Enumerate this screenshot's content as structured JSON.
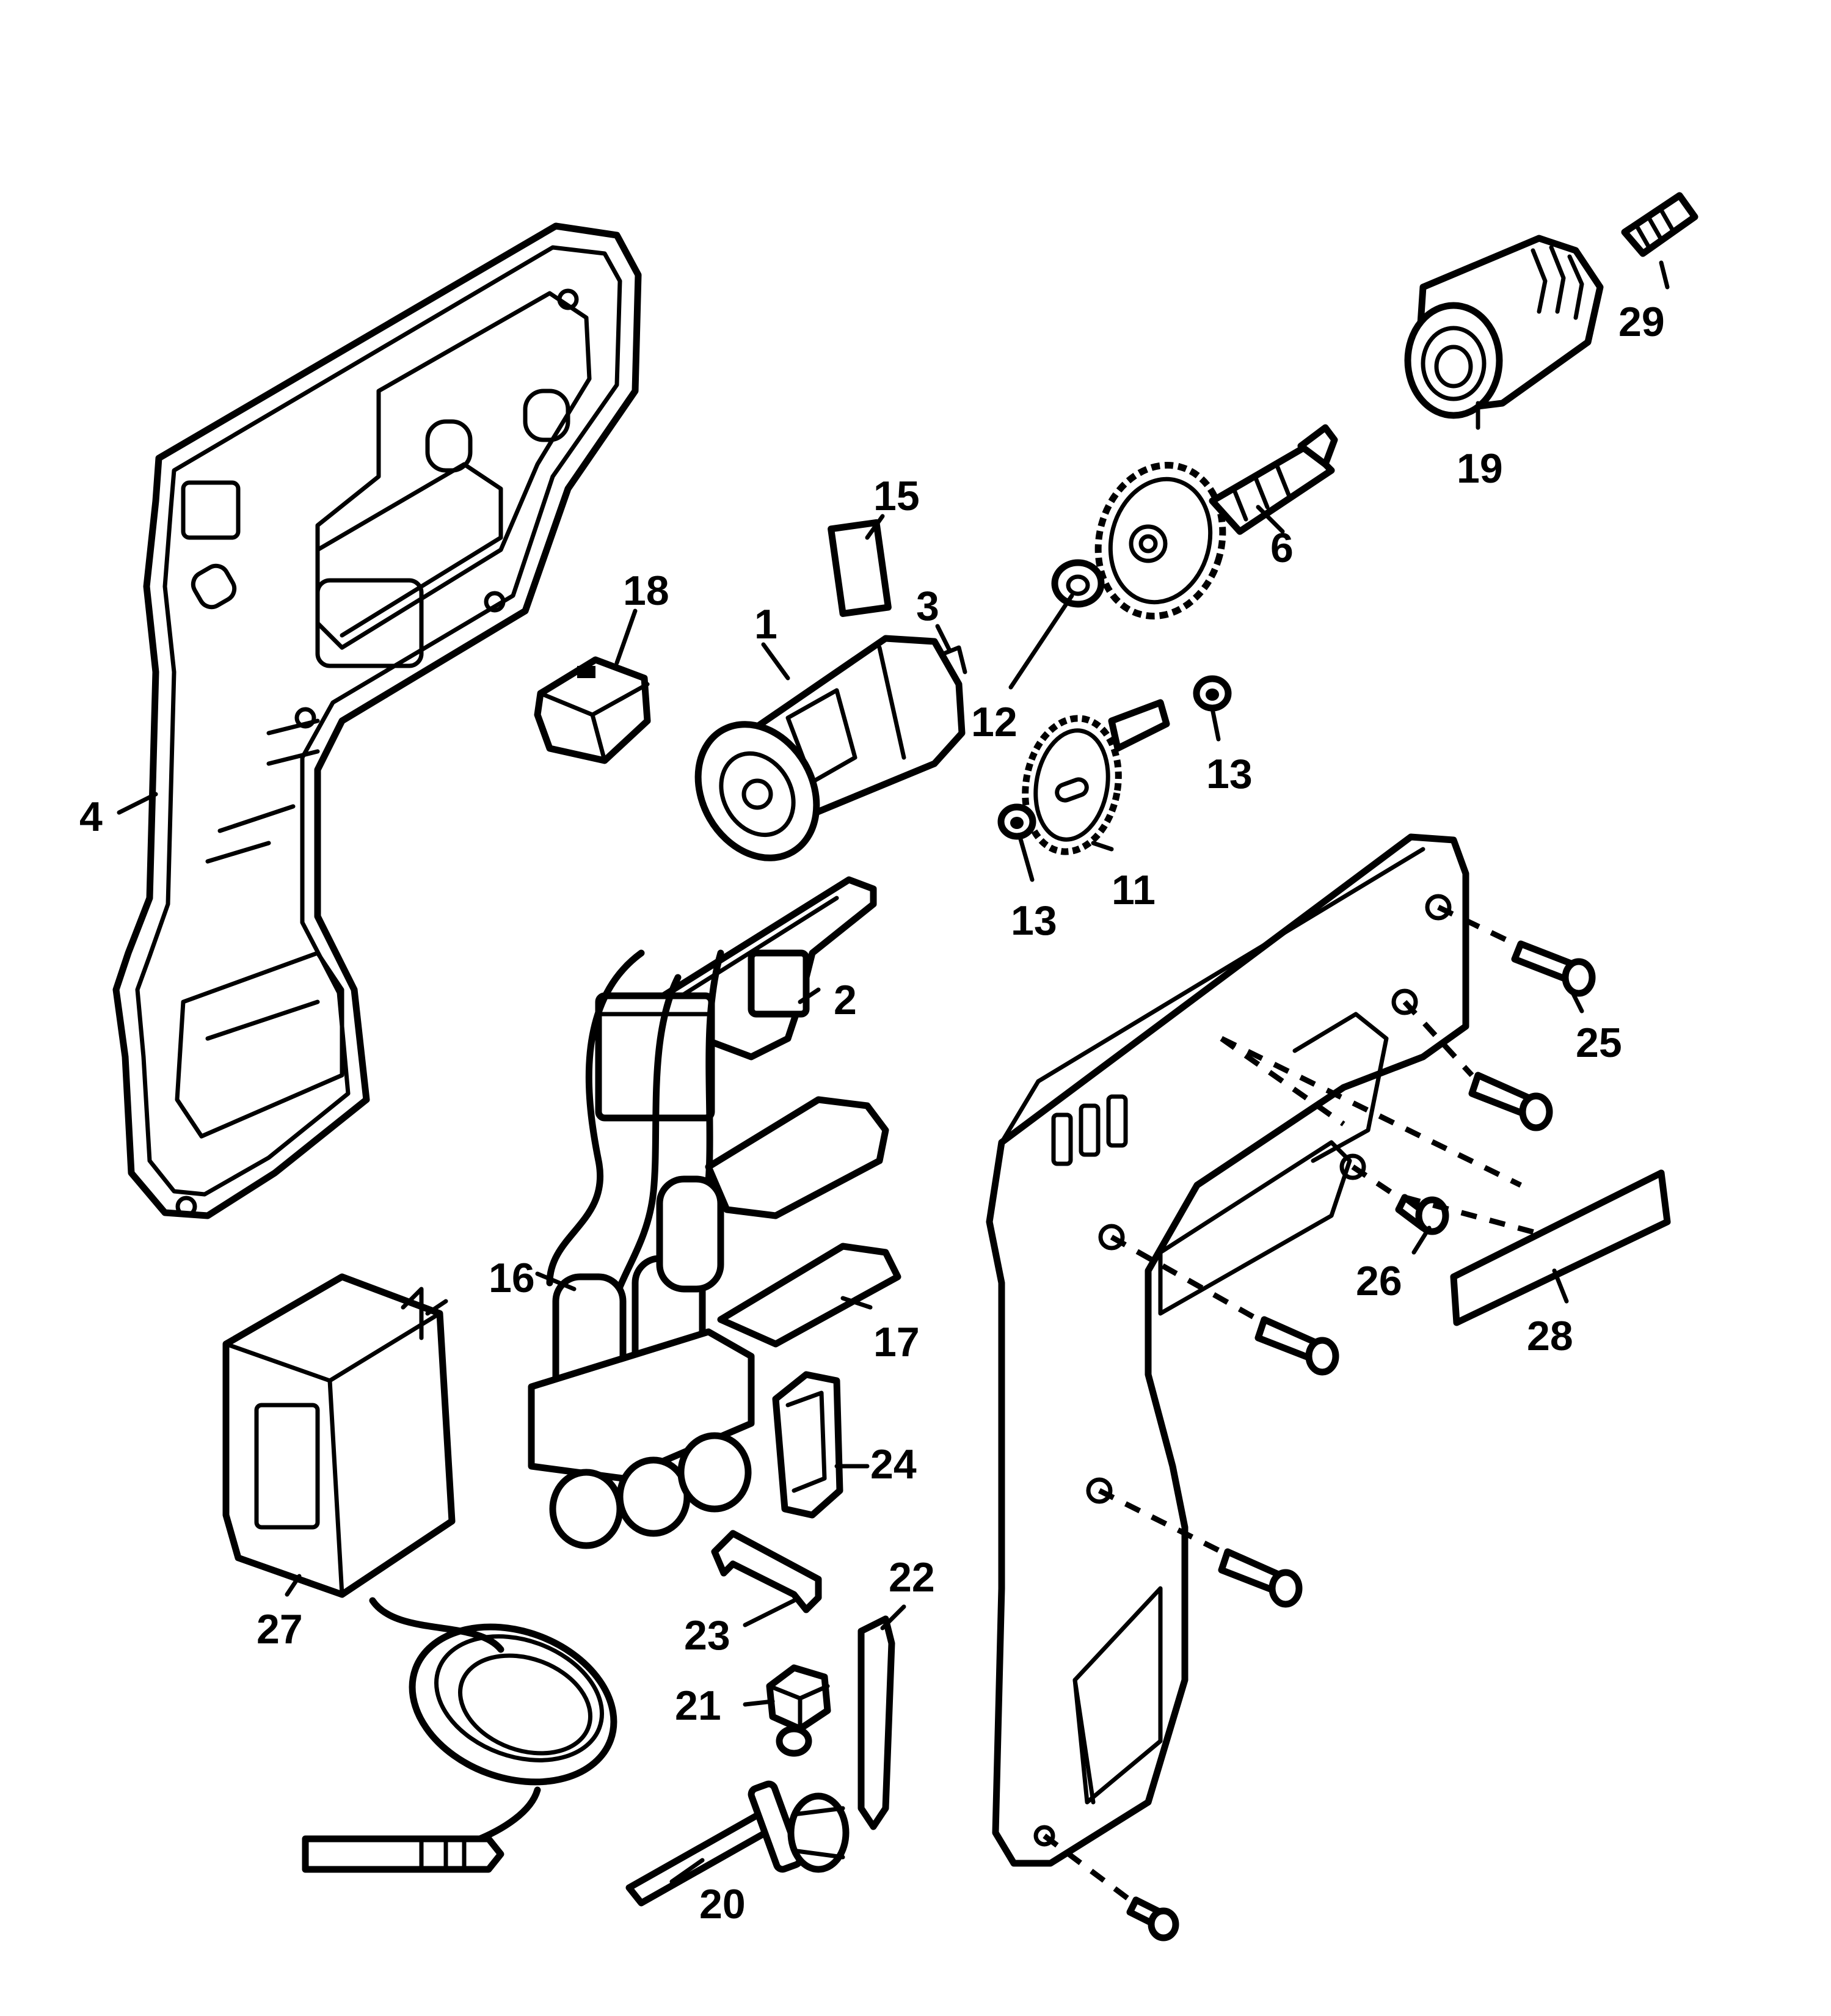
{
  "callouts": [
    {
      "id": "1",
      "label": "1"
    },
    {
      "id": "2",
      "label": "2"
    },
    {
      "id": "3",
      "label": "3"
    },
    {
      "id": "4",
      "label": "4"
    },
    {
      "id": "6",
      "label": "6"
    },
    {
      "id": "11",
      "label": "11"
    },
    {
      "id": "12",
      "label": "12"
    },
    {
      "id": "13a",
      "label": "13"
    },
    {
      "id": "13b",
      "label": "13"
    },
    {
      "id": "15",
      "label": "15"
    },
    {
      "id": "16",
      "label": "16"
    },
    {
      "id": "17",
      "label": "17"
    },
    {
      "id": "18",
      "label": "18"
    },
    {
      "id": "19",
      "label": "19"
    },
    {
      "id": "20",
      "label": "20"
    },
    {
      "id": "21",
      "label": "21"
    },
    {
      "id": "22",
      "label": "22"
    },
    {
      "id": "23",
      "label": "23"
    },
    {
      "id": "24",
      "label": "24"
    },
    {
      "id": "25",
      "label": "25"
    },
    {
      "id": "26",
      "label": "26"
    },
    {
      "id": "27",
      "label": "27"
    },
    {
      "id": "28",
      "label": "28"
    },
    {
      "id": "29",
      "label": "29"
    }
  ]
}
